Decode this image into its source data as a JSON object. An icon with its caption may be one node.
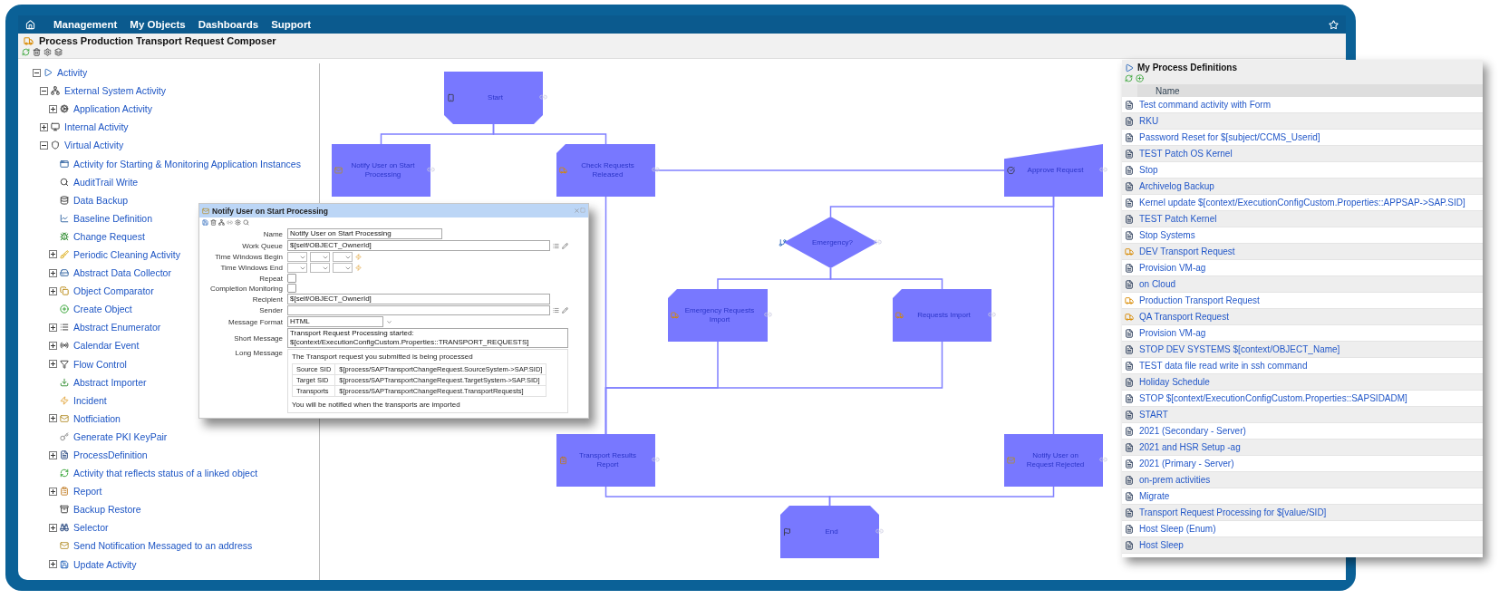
{
  "diagram": {
    "nodes": [
      {
        "text": [
          "Start"
        ]
      },
      {
        "text": [
          "Notify User on Start Processing"
        ]
      },
      {
        "text": [
          "Check Requests Released"
        ]
      },
      {
        "text": [
          "Approve Request"
        ]
      },
      {
        "text": [
          "Emergency?"
        ]
      },
      {
        "text": [
          "Emergency Requests Import"
        ]
      },
      {
        "text": [
          "Requests Import"
        ]
      },
      {
        "text": [
          "Transport Results Report"
        ]
      },
      {
        "text": [
          "Notify User on Request Rejected"
        ]
      },
      {
        "text": [
          "End"
        ]
      }
    ],
    "edges": [
      {
        "from": 0,
        "to": 1,
        "arrow": "none"
      },
      {
        "from": 0,
        "to": 2,
        "arrow": "none"
      },
      {
        "from": 2,
        "to": 3,
        "arrow": "none"
      },
      {
        "from": 2,
        "to": 7,
        "arrow": "none"
      },
      {
        "from": 3,
        "to": 4,
        "arrow": "none"
      },
      {
        "from": 3,
        "to": 8,
        "arrow": "none"
      },
      {
        "from": 4,
        "to": 5,
        "arrow": "none"
      },
      {
        "from": 4,
        "to": 6,
        "arrow": "none"
      },
      {
        "from": 5,
        "to": 7,
        "arrow": "none"
      },
      {
        "from": 6,
        "to": 7,
        "arrow": "none"
      },
      {
        "from": 7,
        "to": 9,
        "arrow": "none"
      },
      {
        "from": 8,
        "to": 9,
        "arrow": "none"
      }
    ],
    "labels": [
      "Management",
      "My Objects",
      "Dashboards",
      "Support",
      "Process Production Transport Request Composer",
      "Activity",
      "External System Activity",
      "Application Activity",
      "Internal Activity",
      "Virtual Activity",
      "Activity for Starting & Monitoring Application Instances",
      "AuditTrail Write",
      "Data Backup",
      "Baseline Definition",
      "Change Request",
      "Periodic Cleaning Activity",
      "Abstract Data Collector",
      "Object Comparator",
      "Create Object",
      "Abstract Enumerator",
      "Calendar Event",
      "Flow Control",
      "Abstract Importer",
      "Incident",
      "Notficiation",
      "Generate PKI KeyPair",
      "ProcessDefinition",
      "Activity that reflects status of a linked object",
      "Report",
      "Backup Restore",
      "Selector",
      "Send Notification Messaged to an address",
      "Update Activity",
      "Notify User on Start Processing",
      "Name",
      "Notify User on Start Processing",
      "Work Queue",
      "$[self/OBJECT_OwnerId]",
      "Time Windows Begin",
      "Time Windows End",
      "Repeat",
      "Completion Monitoring",
      "Recipient",
      "$[self/OBJECT_OwnerId]",
      "Sender",
      "Message Format",
      "HTML",
      "Short Message",
      "Transport Request Processing started: $[context/ExecutionConfigCustom.Properties::TRANSPORT_REQUESTS]",
      "Long Message",
      "The Transport request you submitted is being processed",
      "Source SID",
      "$[process/SAPTransportChangeRequest.SourceSystem->SAP.SID]",
      "Target SID",
      "$[process/SAPTransportChangeRequest.TargetSystem->SAP.SID]",
      "Transports",
      "$[process/SAPTransportChangeRequest.TransportRequests]",
      "You will be notified when the transports are imported",
      "My Process Definitions",
      "Name",
      "Test command activity with Form",
      "RKU",
      "Password Reset for $[subject/CCMS_Userid]",
      "TEST Patch OS Kernel",
      "Stop",
      "Archivelog Backup",
      "Kernel update $[context/ExecutionConfigCustom.Properties::APPSAP->SAP.SID]",
      "TEST Patch Kernel",
      "Stop Systems",
      "DEV Transport Request",
      "Provision VM-ag",
      "on Cloud",
      "Production Transport Request",
      "QA Transport Request",
      "Provision VM-ag",
      "STOP DEV SYSTEMS $[context/OBJECT_Name]",
      "TEST data file read write in ssh command",
      "Holiday Schedule",
      "STOP $[context/ExecutionConfigCustom.Properties::SAPSIDADM]",
      "START",
      "2021 (Secondary - Server)",
      "2021 and HSR Setup -ag",
      "2021 (Primary - Server)",
      "on-prem activities",
      "Migrate",
      "Transport Request Processing for $[value/SID]",
      "Host Sleep (Enum)",
      "Host Sleep"
    ]
  }
}
